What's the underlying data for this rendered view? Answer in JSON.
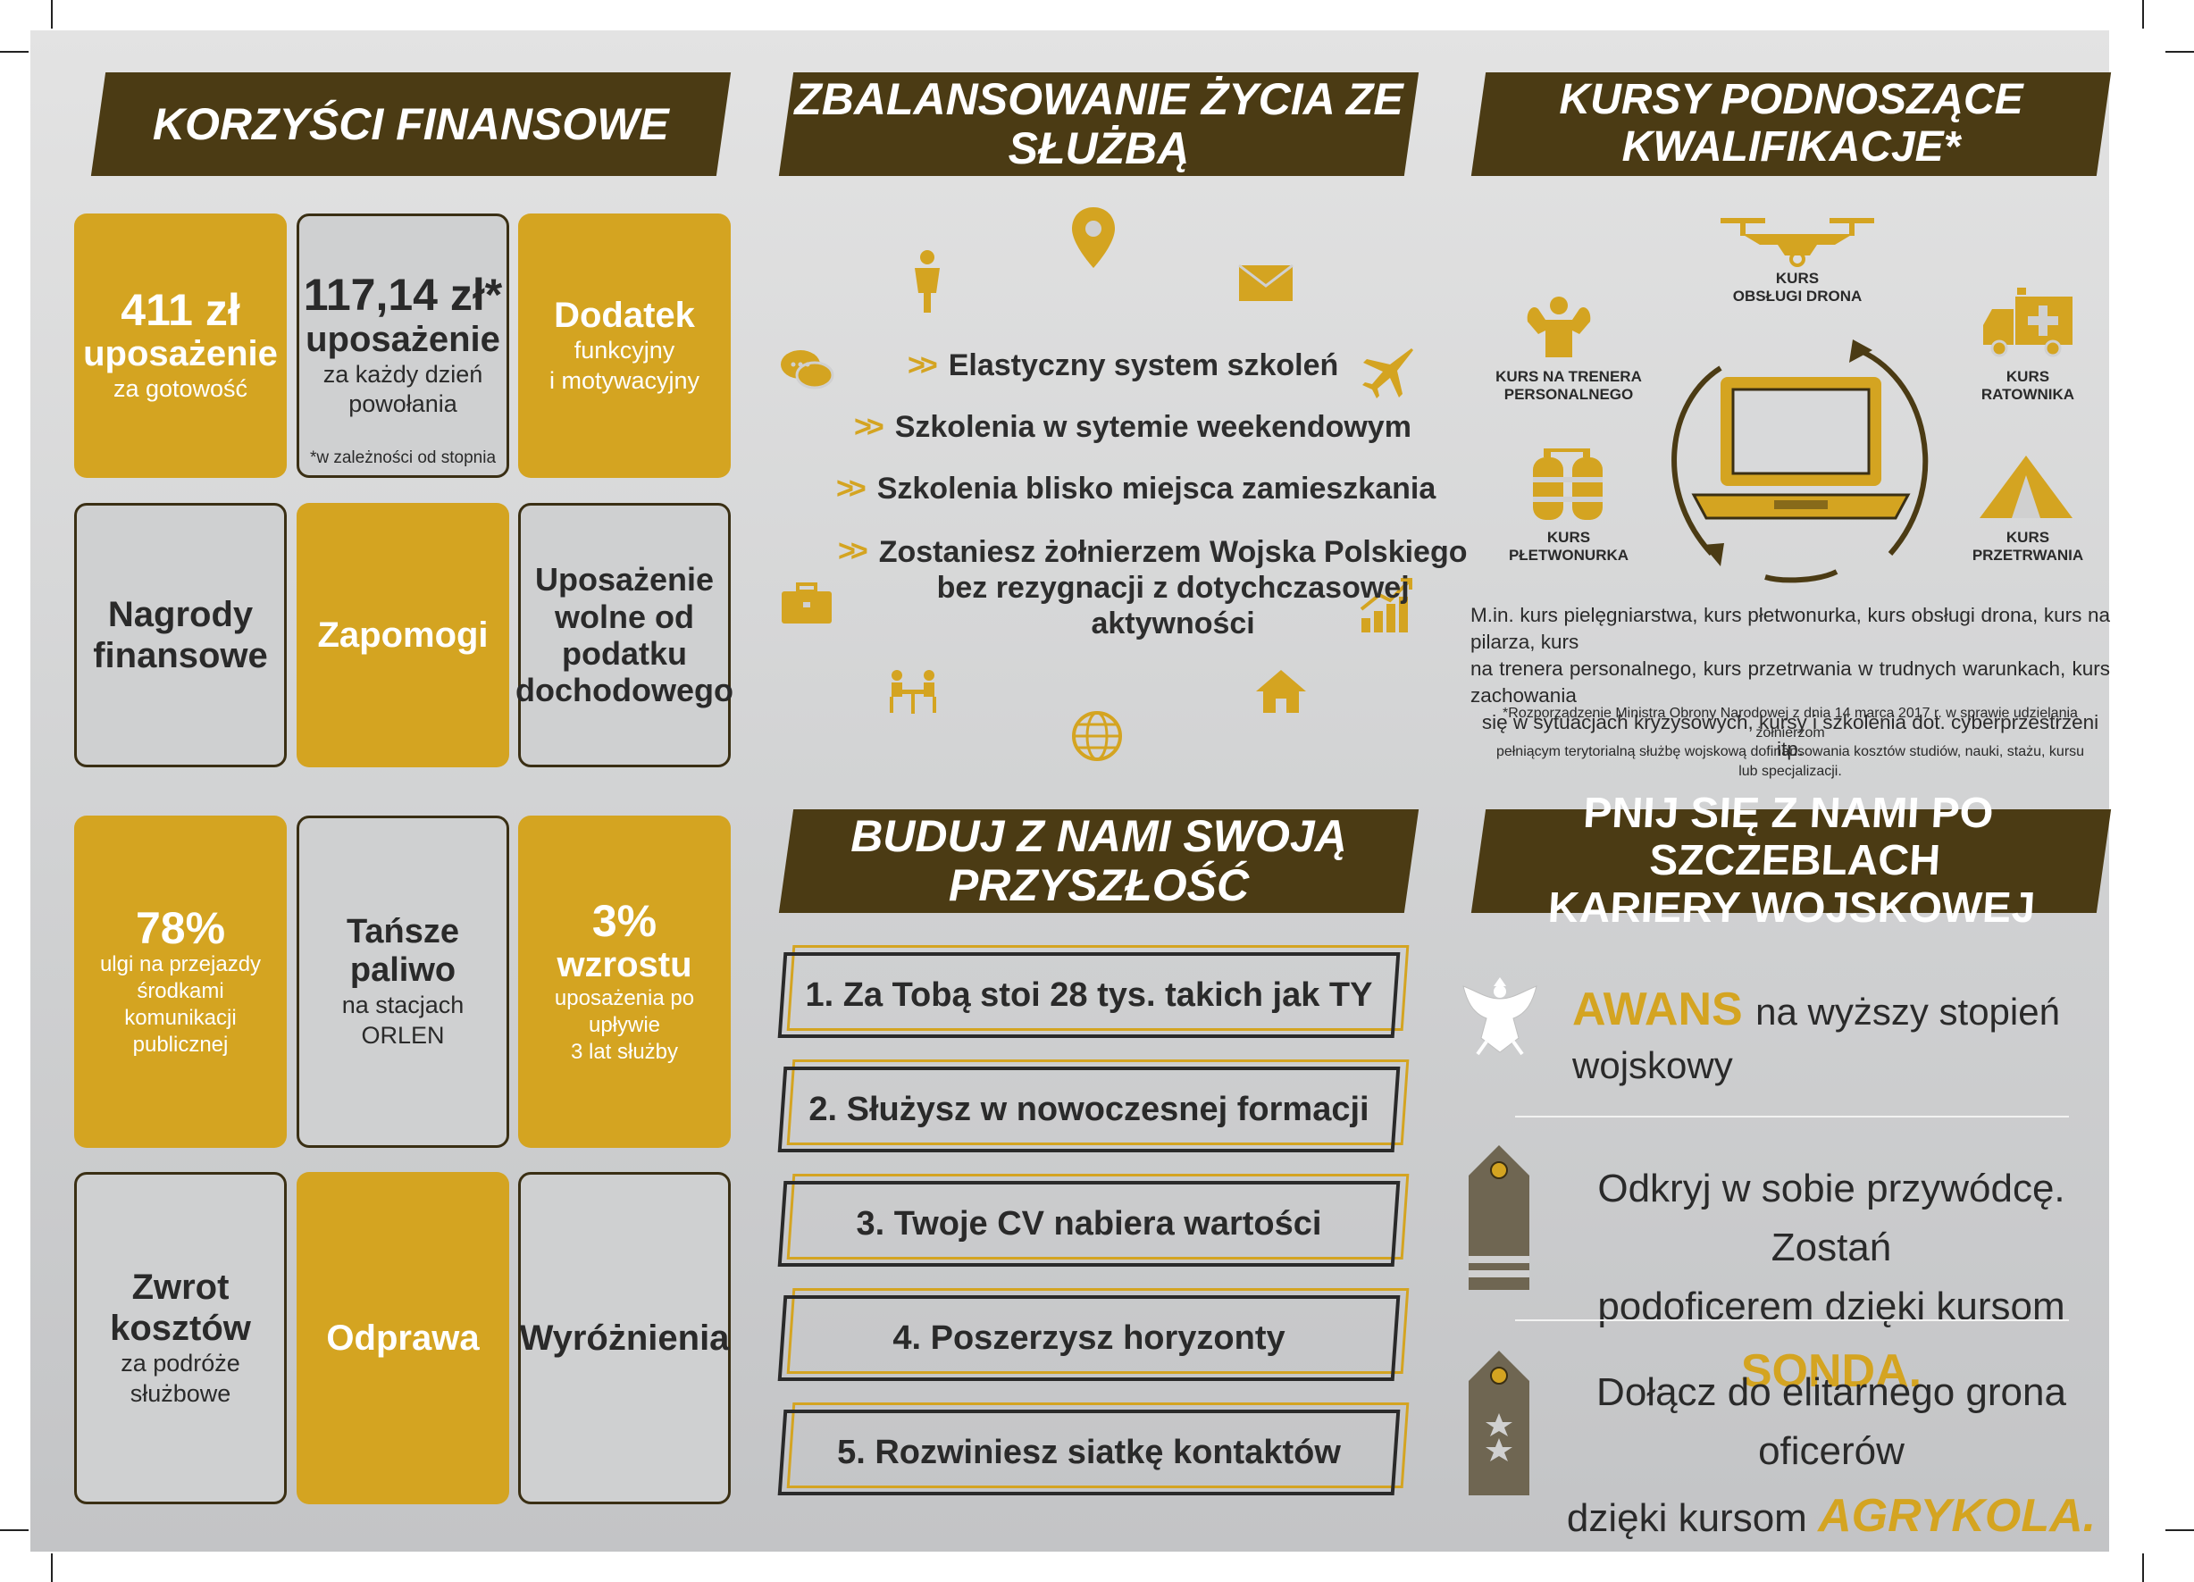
{
  "sections": {
    "financial": "KORZYŚCI FINANSOWE",
    "balance": "ZBALANSOWANIE ŻYCIA ZE SŁUŻBĄ",
    "courses": "KURSY PODNOSZĄCE KWALIFIKACJE*",
    "future": "BUDUJ Z NAMI SWOJĄ PRZYSZŁOŚĆ",
    "career_l1": "PNIJ SIĘ Z NAMI PO SZCZEBLACH",
    "career_l2": "KARIERY WOJSKOWEJ"
  },
  "tiles": {
    "t1_big": "411 zł",
    "t1_mid": "uposażenie",
    "t1_sm": "za gotowość",
    "t2_big": "117,14 zł*",
    "t2_mid": "uposażenie",
    "t2_sm": "za każdy dzień powołania",
    "t2_note": "*w zależności od stopnia",
    "t3_mid": "Dodatek",
    "t3_sm1": "funkcyjny",
    "t3_sm2": "i motywacyjny",
    "t4_1": "Nagrody",
    "t4_2": "finansowe",
    "t5": "Zapomogi",
    "t6_1": "Uposażenie",
    "t6_2": "wolne od podatku",
    "t6_3": "dochodowego",
    "t7_big": "78%",
    "t7_sm1": "ulgi na przejazdy środkami",
    "t7_sm2": "komunikacji publicznej",
    "t8_mid": "Tańsze paliwo",
    "t8_sm": "na stacjach ORLEN",
    "t9_big": "3%",
    "t9_mid": "wzrostu",
    "t9_sm1": "uposażenia po upływie",
    "t9_sm2": "3 lat służby",
    "t10_mid": "Zwrot kosztów",
    "t10_sm": "za podróże służbowe",
    "t11": "Odprawa",
    "t12": "Wyróżnienia"
  },
  "balance_list": [
    "Elastyczny system szkoleń",
    "Szkolenia w sytemie weekendowym",
    "Szkolenia blisko miejsca zamieszkania",
    "Zostaniesz żołnierzem Wojska Polskiego",
    "bez rezygnacji z dotychczasowej",
    "aktywności"
  ],
  "courses": {
    "drone": [
      "KURS",
      "OBSŁUGI DRONA"
    ],
    "trainer": [
      "KURS NA TRENERA",
      "PERSONALNEGO"
    ],
    "rescuer": [
      "KURS",
      "RATOWNIKA"
    ],
    "diver": [
      "KURS",
      "PŁETWONURKA"
    ],
    "survival": [
      "KURS",
      "PRZETRWANIA"
    ],
    "desc1": "M.in. kurs pielęgniarstwa, kurs płetwonurka, kurs obsługi drona, kurs na pilarza, kurs",
    "desc2": "na trenera personalnego, kurs przetrwania w trudnych warunkach, kurs zachowania",
    "desc3": "się w sytuacjach kryzysowych, kursy i szkolenia dot. cyberprzestrzeni itp.",
    "foot1": "*Rozporządzenie Ministra Obrony Narodowej z dnia 14 marca 2017 r. w sprawie udzielania żołnierzom",
    "foot2": "pełniącym terytorialną służbę wojskową dofinansowania kosztów studiów, nauki, stażu, kursu",
    "foot3": "lub specjalizacji."
  },
  "future_list": [
    "1. Za Tobą stoi 28 tys. takich jak TY",
    "2. Służysz w nowoczesnej formacji",
    "3. Twoje CV nabiera wartości",
    "4. Poszerzysz horyzonty",
    "5. Rozwiniesz siatkę kontaktów"
  ],
  "career": {
    "awans_hl": "AWANS",
    "awans_rest": "na wyższy stopień wojskowy",
    "sonda_l1": "Odkryj w sobie przywódcę. Zostań",
    "sonda_l2a": "podoficerem dzięki kursom",
    "sonda_hl": "SONDA.",
    "agry_l1": "Dołącz do elitarnego grona oficerów",
    "agry_l2a": "dzięki kursom",
    "agry_hl": "AGRYKOLA."
  },
  "colors": {
    "gold": "#d4a421",
    "brown": "#4b3b14",
    "grey_tile": "#cfd0d1"
  }
}
